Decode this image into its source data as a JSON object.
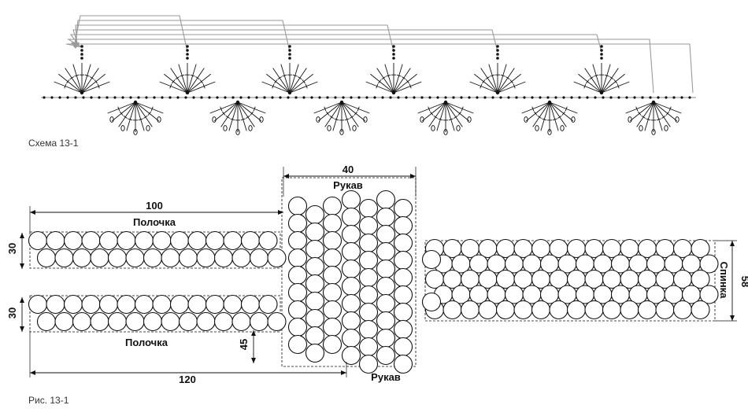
{
  "scheme": {
    "caption": "Схема 13-1",
    "top_motif_count": 6,
    "bottom_motif_count": 6
  },
  "figure": {
    "caption": "Рис. 13-1",
    "labels": {
      "front_top": "Полочка",
      "front_bottom": "Полочка",
      "sleeve_top": "Рукав",
      "sleeve_bottom": "Рукав",
      "back": "Спинка"
    },
    "dimensions": {
      "front_length": "100",
      "front_width_top": "30",
      "front_width_bottom": "30",
      "sleeve_width": "40",
      "side_depth": "45",
      "total_length": "120",
      "back_width": "58"
    }
  },
  "colors": {
    "ink": "#111111",
    "arrows": "#9a9a9a"
  }
}
